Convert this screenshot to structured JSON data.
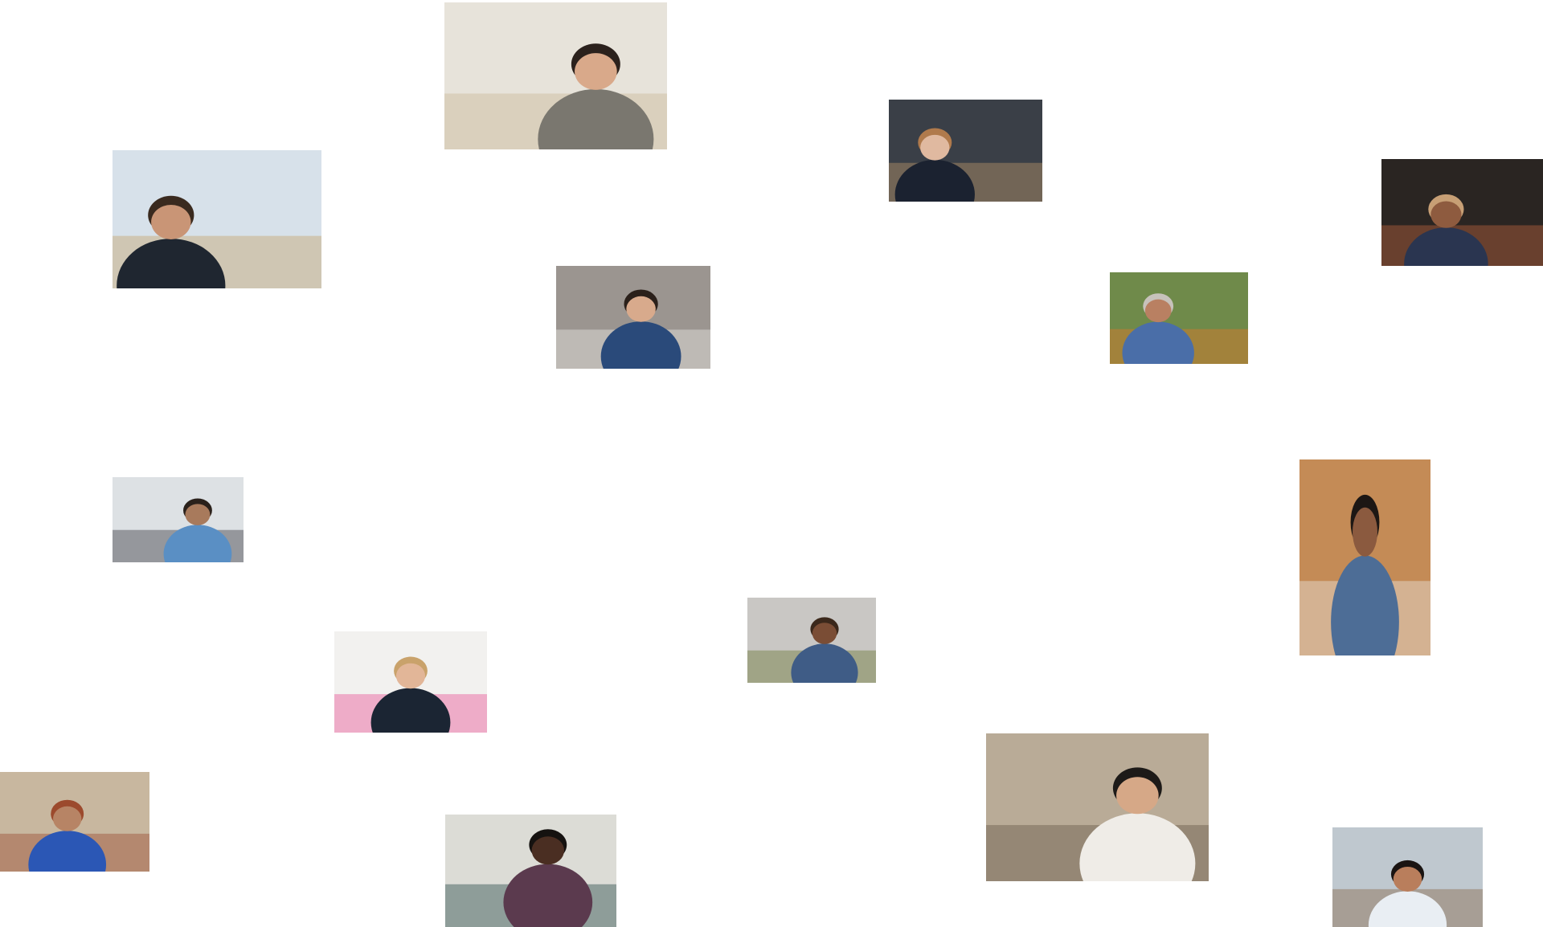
{
  "photos": [
    {
      "name": "photo-woman-glasses-office",
      "colors": {
        "bg": "#e7e3da",
        "accent": "#c9b79a",
        "subject": "#7a776f",
        "skin": "#d9a98a",
        "hair": "#2b211c"
      }
    },
    {
      "name": "photo-father-son-field",
      "colors": {
        "bg": "#d7e1ea",
        "accent": "#c6a772",
        "subject": "#1f2630",
        "skin": "#c99576",
        "hair": "#3a2a1f"
      }
    },
    {
      "name": "photo-man-glasses-office",
      "colors": {
        "bg": "#3a3f47",
        "accent": "#b89569",
        "subject": "#1b2230",
        "skin": "#e0b9a0",
        "hair": "#b07a4c"
      }
    },
    {
      "name": "photo-older-woman-shop",
      "colors": {
        "bg": "#2a2522",
        "accent": "#b6623e",
        "subject": "#2a3550",
        "skin": "#8e5b3f",
        "hair": "#c79f75"
      }
    },
    {
      "name": "photo-man-soccer-ball",
      "colors": {
        "bg": "#9b9590",
        "accent": "#e9e7e3",
        "subject": "#2a4a7a",
        "skin": "#d8aa8c",
        "hair": "#2b201a"
      }
    },
    {
      "name": "photo-men-kayaking",
      "colors": {
        "bg": "#6f8a4a",
        "accent": "#e0782b",
        "subject": "#4a6ea8",
        "skin": "#b98062",
        "hair": "#c7c2bb"
      }
    },
    {
      "name": "photo-man-blue-shirt-desk",
      "colors": {
        "bg": "#dde1e4",
        "accent": "#3d3f44",
        "subject": "#5a8fc4",
        "skin": "#a87a5c",
        "hair": "#2a211b"
      }
    },
    {
      "name": "photo-woman-denim-jacket",
      "colors": {
        "bg": "#c48b56",
        "accent": "#e8e3dc",
        "subject": "#4d6d96",
        "skin": "#8b5a3f",
        "hair": "#1d1714"
      }
    },
    {
      "name": "photo-woman-phone-street",
      "colors": {
        "bg": "#c9c7c4",
        "accent": "#6e7a3c",
        "subject": "#3f5c86",
        "skin": "#7a4d35",
        "hair": "#3b281b"
      }
    },
    {
      "name": "photo-woman-studio-phone",
      "colors": {
        "bg": "#f2f1ef",
        "accent": "#e8589a",
        "subject": "#1b2533",
        "skin": "#e2b698",
        "hair": "#c9a26b"
      }
    },
    {
      "name": "photo-woman-laughing-tattoo",
      "colors": {
        "bg": "#b9ab97",
        "accent": "#6b5b4b",
        "subject": "#efece7",
        "skin": "#d6a887",
        "hair": "#1d1a18"
      }
    },
    {
      "name": "photo-man-street-blue-jacket",
      "colors": {
        "bg": "#c8b79f",
        "accent": "#9b4f35",
        "subject": "#2b57b5",
        "skin": "#b78465",
        "hair": "#9c4a2d"
      }
    },
    {
      "name": "photo-man-wheelchair",
      "colors": {
        "bg": "#dcdcd6",
        "accent": "#2e5050",
        "subject": "#5b3a4e",
        "skin": "#4a2e22",
        "hair": "#151210"
      }
    },
    {
      "name": "photo-young-man-smiling",
      "colors": {
        "bg": "#bfc8cf",
        "accent": "#8a6a4e",
        "subject": "#e9eef3",
        "skin": "#b97e5c",
        "hair": "#1a1412"
      }
    }
  ]
}
